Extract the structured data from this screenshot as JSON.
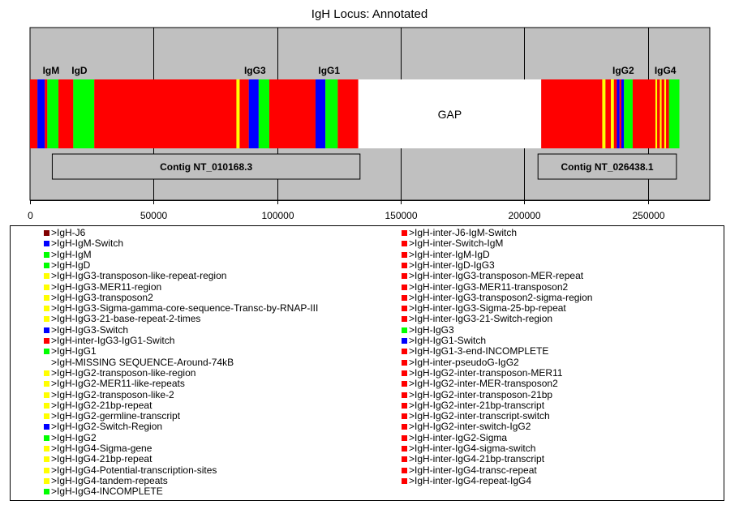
{
  "title": "IgH Locus: Annotated",
  "colors": {
    "plot_bg": "#c0c0c0",
    "red": "#ff0000",
    "green": "#00ff00",
    "blue": "#0000ff",
    "yellow": "#ffff00",
    "maroon": "#800000",
    "white": "#ffffff"
  },
  "chart_data": {
    "type": "genome-track",
    "xlim": [
      0,
      275000
    ],
    "xticks": [
      0,
      50000,
      100000,
      150000,
      200000,
      250000
    ],
    "tick_labels": [
      "0",
      "50000",
      "100000",
      "150000",
      "200000",
      "250000"
    ],
    "gene_labels": [
      {
        "label": "IgM",
        "x": 8500
      },
      {
        "label": "IgD",
        "x": 20000
      },
      {
        "label": "IgG3",
        "x": 91000
      },
      {
        "label": "IgG1",
        "x": 121000
      },
      {
        "label": "IgG2",
        "x": 240000
      },
      {
        "label": "IgG4",
        "x": 257000
      }
    ],
    "segments": [
      {
        "start": 0,
        "end": 3000,
        "color": "red"
      },
      {
        "start": 3000,
        "end": 6000,
        "color": "blue"
      },
      {
        "start": 6000,
        "end": 7000,
        "color": "red"
      },
      {
        "start": 7000,
        "end": 11500,
        "color": "green"
      },
      {
        "start": 11500,
        "end": 17500,
        "color": "red"
      },
      {
        "start": 17500,
        "end": 26000,
        "color": "green"
      },
      {
        "start": 26000,
        "end": 83500,
        "color": "red"
      },
      {
        "start": 83500,
        "end": 84800,
        "color": "yellow"
      },
      {
        "start": 84800,
        "end": 88500,
        "color": "red"
      },
      {
        "start": 88500,
        "end": 92500,
        "color": "blue"
      },
      {
        "start": 92500,
        "end": 96800,
        "color": "green"
      },
      {
        "start": 96800,
        "end": 115500,
        "color": "red"
      },
      {
        "start": 115500,
        "end": 119500,
        "color": "blue"
      },
      {
        "start": 119500,
        "end": 124500,
        "color": "green"
      },
      {
        "start": 124500,
        "end": 132800,
        "color": "red"
      },
      {
        "start": 132800,
        "end": 206800,
        "color": "white"
      },
      {
        "start": 206800,
        "end": 231500,
        "color": "red"
      },
      {
        "start": 231500,
        "end": 232800,
        "color": "yellow"
      },
      {
        "start": 232800,
        "end": 235000,
        "color": "red"
      },
      {
        "start": 235000,
        "end": 236200,
        "color": "yellow"
      },
      {
        "start": 236200,
        "end": 237400,
        "color": "red"
      },
      {
        "start": 237400,
        "end": 238500,
        "color": "blue"
      },
      {
        "start": 238500,
        "end": 239200,
        "color": "red"
      },
      {
        "start": 239200,
        "end": 240300,
        "color": "blue"
      },
      {
        "start": 240300,
        "end": 243800,
        "color": "green"
      },
      {
        "start": 243800,
        "end": 253000,
        "color": "red"
      },
      {
        "start": 253000,
        "end": 253700,
        "color": "yellow"
      },
      {
        "start": 253700,
        "end": 254800,
        "color": "red"
      },
      {
        "start": 254800,
        "end": 255500,
        "color": "yellow"
      },
      {
        "start": 255500,
        "end": 256600,
        "color": "red"
      },
      {
        "start": 256600,
        "end": 257300,
        "color": "yellow"
      },
      {
        "start": 257300,
        "end": 258500,
        "color": "red"
      },
      {
        "start": 258500,
        "end": 262700,
        "color": "green"
      }
    ],
    "gap": {
      "label": "GAP",
      "start": 132800,
      "end": 206800
    },
    "contigs": [
      {
        "label": "Contig NT_010168.3",
        "start": 9000,
        "end": 133500
      },
      {
        "label": "Contig NT_026438.1",
        "start": 205500,
        "end": 261500
      }
    ]
  },
  "legend": {
    "left": [
      {
        "label": ">IgH-J6",
        "color": "maroon"
      },
      {
        "label": ">IgH-IgM-Switch",
        "color": "blue"
      },
      {
        "label": ">IgH-IgM",
        "color": "green"
      },
      {
        "label": ">IgH-IgD",
        "color": "green"
      },
      {
        "label": ">IgH-IgG3-transposon-like-repeat-region",
        "color": "yellow"
      },
      {
        "label": ">IgH-IgG3-MER11-region",
        "color": "yellow"
      },
      {
        "label": ">IgH-IgG3-transposon2",
        "color": "yellow"
      },
      {
        "label": ">IgH-IgG3-Sigma-gamma-core-sequence-Transc-by-RNAP-III",
        "color": "yellow"
      },
      {
        "label": ">IgH-IgG3-21-base-repeat-2-times",
        "color": "yellow"
      },
      {
        "label": ">IgH-IgG3-Switch",
        "color": "blue"
      },
      {
        "label": ">IgH-inter-IgG3-IgG1-Switch",
        "color": "red"
      },
      {
        "label": ">IgH-IgG1",
        "color": "green"
      },
      {
        "label": ">IgH-MISSING SEQUENCE-Around-74kB",
        "color": "white"
      },
      {
        "label": ">IgH-IgG2-transposon-like-region",
        "color": "yellow"
      },
      {
        "label": ">IgH-IgG2-MER11-like-repeats",
        "color": "yellow"
      },
      {
        "label": ">IgH-IgG2-transposon-like-2",
        "color": "yellow"
      },
      {
        "label": ">IgH-IgG2-21bp-repeat",
        "color": "yellow"
      },
      {
        "label": ">IgH-IgG2-germline-transcript",
        "color": "yellow"
      },
      {
        "label": ">IgH-IgG2-Switch-Region",
        "color": "blue"
      },
      {
        "label": ">IgH-IgG2",
        "color": "green"
      },
      {
        "label": ">IgH-IgG4-Sigma-gene",
        "color": "yellow"
      },
      {
        "label": ">IgH-IgG4-21bp-repeat",
        "color": "yellow"
      },
      {
        "label": ">IgH-IgG4-Potential-transcription-sites",
        "color": "yellow"
      },
      {
        "label": ">IgH-IgG4-tandem-repeats",
        "color": "yellow"
      },
      {
        "label": ">IgH-IgG4-INCOMPLETE",
        "color": "green"
      }
    ],
    "right": [
      {
        "label": ">IgH-inter-J6-IgM-Switch",
        "color": "red"
      },
      {
        "label": ">IgH-inter-Switch-IgM",
        "color": "red"
      },
      {
        "label": ">IgH-inter-IgM-IgD",
        "color": "red"
      },
      {
        "label": ">IgH-inter-IgD-IgG3",
        "color": "red"
      },
      {
        "label": ">IgH-inter-IgG3-transposon-MER-repeat",
        "color": "red"
      },
      {
        "label": ">IgH-inter-IgG3-MER11-transposon2",
        "color": "red"
      },
      {
        "label": ">IgH-inter-IgG3-transposon2-sigma-region",
        "color": "red"
      },
      {
        "label": ">IgH-inter-IgG3-Sigma-25-bp-repeat",
        "color": "red"
      },
      {
        "label": ">IgH-inter-IgG3-21-Switch-region",
        "color": "red"
      },
      {
        "label": ">IgH-IgG3",
        "color": "green"
      },
      {
        "label": ">IgH-IgG1-Switch",
        "color": "blue"
      },
      {
        "label": ">IgH-IgG1-3-end-INCOMPLETE",
        "color": "red"
      },
      {
        "label": ">IgH-inter-pseudoG-IgG2",
        "color": "red"
      },
      {
        "label": ">IgH-IgG2-inter-transposon-MER11",
        "color": "red"
      },
      {
        "label": ">IgH-IgG2-inter-MER-transposon2",
        "color": "red"
      },
      {
        "label": ">IgH-IgG2-inter-transposon-21bp",
        "color": "red"
      },
      {
        "label": ">IgH-IgG2-inter-21bp-transcript",
        "color": "red"
      },
      {
        "label": ">IgH-IgG2-inter-transcript-switch",
        "color": "red"
      },
      {
        "label": ">IgH-IgG2-inter-switch-IgG2",
        "color": "red"
      },
      {
        "label": ">IgH-inter-IgG2-Sigma",
        "color": "red"
      },
      {
        "label": ">IgH-inter-IgG4-sigma-switch",
        "color": "red"
      },
      {
        "label": ">IgH-inter-IgG4-21bp-transcript",
        "color": "red"
      },
      {
        "label": ">IgH-inter-IgG4-transc-repeat",
        "color": "red"
      },
      {
        "label": ">IgH-inter-IgG4-repeat-IgG4",
        "color": "red"
      }
    ]
  }
}
